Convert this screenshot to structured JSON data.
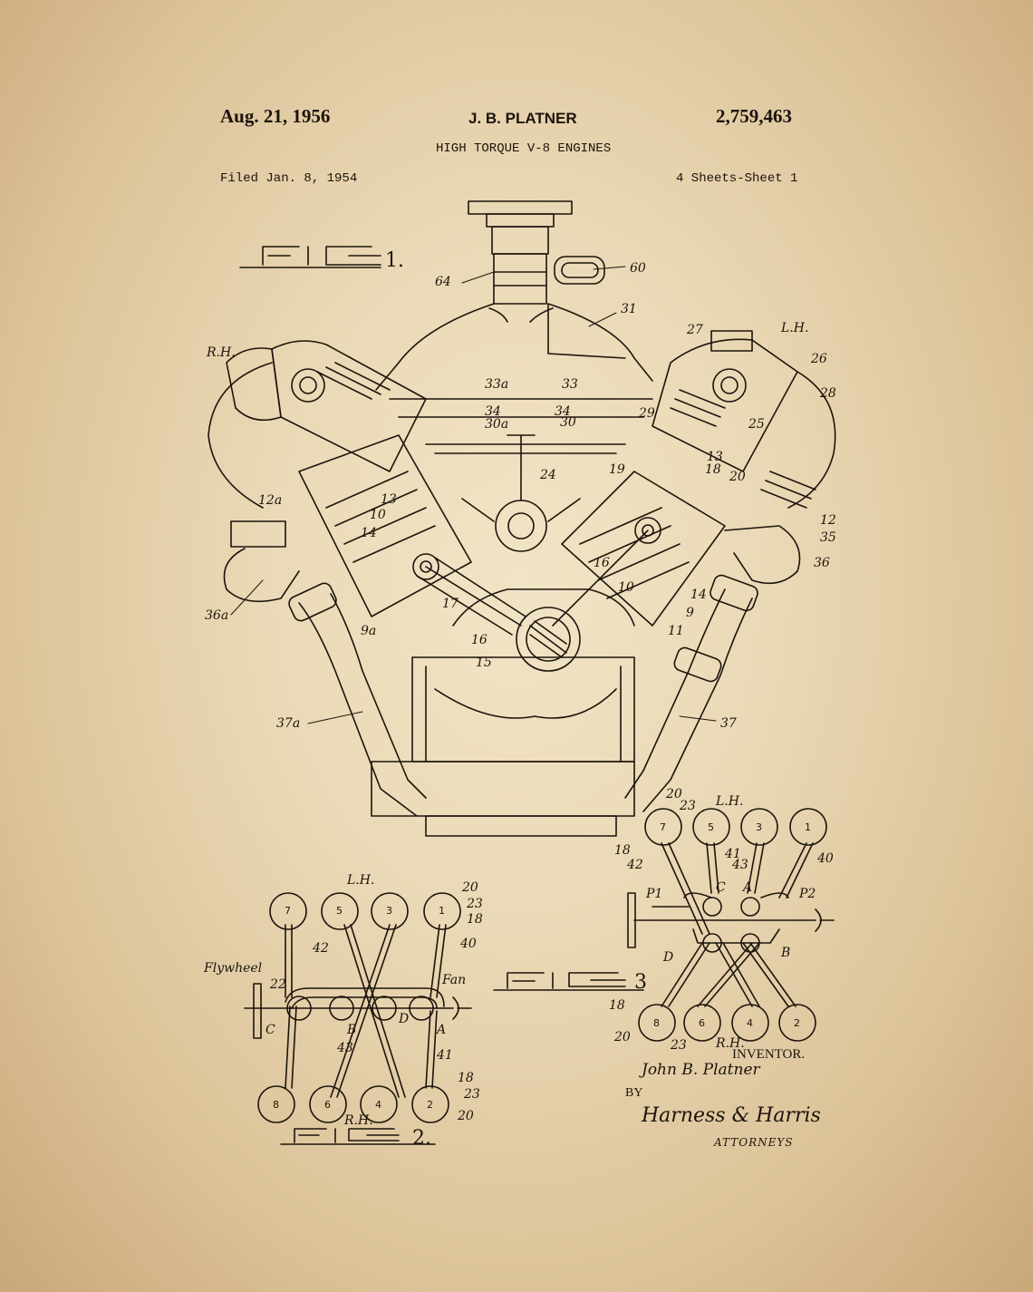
{
  "header": {
    "date": "Aug. 21, 1956",
    "inventor_name": "J. B. PLATNER",
    "patent_number": "2,759,463",
    "title": "HIGH TORQUE V-8 ENGINES",
    "filed": "Filed Jan. 8, 1954",
    "sheets": "4 Sheets-Sheet 1"
  },
  "figures": {
    "fig1": "1.",
    "fig2": "2.",
    "fig3": "3"
  },
  "labels": {
    "rh": "R.H.",
    "lh": "L.H.",
    "l64": "64",
    "l60": "60",
    "l31": "31",
    "l27": "27",
    "l26": "26",
    "l28": "28",
    "l33a": "33a",
    "l33": "33",
    "l34a": "34",
    "l34b": "34",
    "l30a": "30a",
    "l30": "30",
    "l29": "29",
    "l25": "25",
    "l24": "24",
    "l19": "19",
    "l13a": "13",
    "l13b": "13",
    "l18": "18",
    "l12a": "12a",
    "l10a": "10",
    "l14a": "14",
    "l20": "20",
    "l12": "12",
    "l35": "35",
    "l36": "36",
    "l17a": "17",
    "l16a": "16",
    "l36a": "36a",
    "l9a": "9a",
    "l16": "16",
    "l15": "15",
    "l10": "10",
    "l14": "14",
    "l9": "9",
    "l11": "11",
    "l37a": "37a",
    "l37": "37"
  },
  "fig2": {
    "lh": "L.H.",
    "rh": "R.H.",
    "flywheel": "Flywheel",
    "fan": "Fan",
    "top_cyl": [
      "7",
      "5",
      "3",
      "1"
    ],
    "bottom_cyl": [
      "8",
      "6",
      "4",
      "2"
    ],
    "refs": [
      "20",
      "23",
      "18",
      "40",
      "42",
      "22",
      "C",
      "B",
      "D",
      "A",
      "43",
      "41",
      "18",
      "23",
      "20"
    ]
  },
  "fig3": {
    "lh": "L.H.",
    "rh": "R.H.",
    "top_cyl": [
      "7",
      "5",
      "3",
      "1"
    ],
    "bottom_cyl": [
      "8",
      "6",
      "4",
      "2"
    ],
    "refs": [
      "20",
      "23",
      "18",
      "42",
      "41",
      "43",
      "40",
      "P1",
      "C",
      "A",
      "P2",
      "D",
      "B",
      "18",
      "20",
      "23"
    ]
  },
  "signature": {
    "inventor_label": "INVENTOR.",
    "inventor_sig": "John B. Platner",
    "by": "BY",
    "attorney_sig": "Harness & Harris",
    "attorneys_label": "ATTORNEYS"
  },
  "colors": {
    "ink": "#1c140c",
    "paper": "#e6d3ad"
  }
}
